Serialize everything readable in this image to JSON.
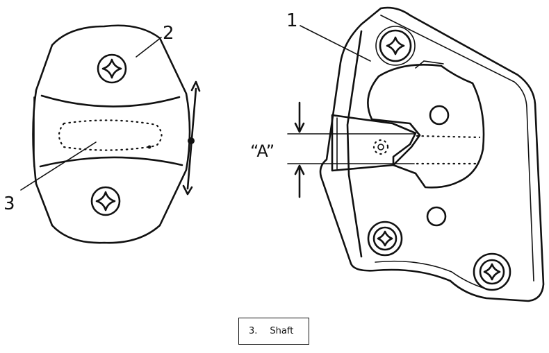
{
  "diagram": {
    "callouts": [
      "1",
      "2",
      "3"
    ],
    "dimension_label": "“A”"
  },
  "legend": {
    "items": [
      {
        "number": "3.",
        "label": "Shaft"
      }
    ]
  }
}
